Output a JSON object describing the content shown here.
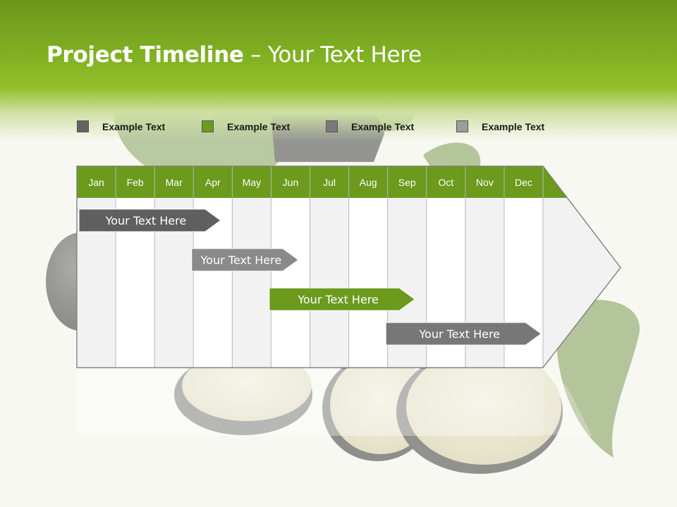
{
  "title": {
    "bold": "Project Timeline",
    "rest": " – Your Text Here"
  },
  "legend": [
    {
      "label": "Example Text",
      "color": "#636363"
    },
    {
      "label": "Example Text",
      "color": "#6e9a1e"
    },
    {
      "label": "Example Text",
      "color": "#7a7a7a"
    },
    {
      "label": "Example Text",
      "color": "#9c9c9c"
    }
  ],
  "months": [
    "Jan",
    "Feb",
    "Mar",
    "Apr",
    "May",
    "Jun",
    "Jul",
    "Aug",
    "Sep",
    "Oct",
    "Nov",
    "Dec"
  ],
  "tasks": [
    {
      "label": "Your  Text Here",
      "start": 0.0,
      "end": 3.7,
      "color": "#5f5f5f"
    },
    {
      "label": "Your  Text Here",
      "start": 2.9,
      "end": 5.7,
      "color": "#8a8a8a"
    },
    {
      "label": "Your  Text Here",
      "start": 4.9,
      "end": 8.7,
      "color": "#6b9a1c"
    },
    {
      "label": "Your  Text Here",
      "start": 7.9,
      "end": 11.95,
      "color": "#777777"
    }
  ],
  "colors": {
    "month_header": "#6b9a1c",
    "header_accent": "#84b424"
  }
}
